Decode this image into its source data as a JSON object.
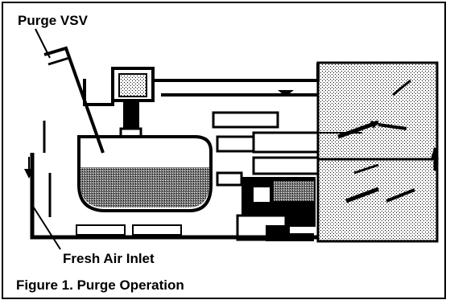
{
  "labels": {
    "purge_vsv": "Purge VSV",
    "fresh_air_inlet": "Fresh Air  Inlet"
  },
  "caption": "Figure 1.  Purge Operation",
  "colors": {
    "ink": "#000000",
    "shade": "#bdbdbd",
    "paper": "#ffffff"
  }
}
